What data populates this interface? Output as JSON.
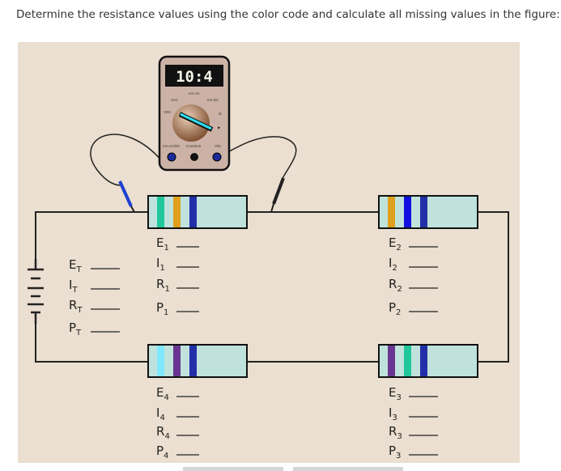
{
  "question": "Determine the resistance values using the color code and calculate all missing values in the figure:",
  "multimeter": {
    "display": "10:4",
    "labels": {
      "vac": "VAC",
      "maac": "mA AC",
      "madc": "mA DC",
      "vdc": "VDC",
      "ohm": "Ω",
      "ma_acdc": "mA AC/DC",
      "common": "Common",
      "vo": "V/Ω"
    }
  },
  "colors": {
    "background": "#eadfd0",
    "resistor_body": "#bfe3dc",
    "wire": "#222222",
    "probe": "#1f3fd0"
  },
  "resistors": [
    {
      "name": "R1",
      "bands": [
        "#20c79b",
        "#e0a01e",
        "#232fa8"
      ]
    },
    {
      "name": "R2",
      "bands": [
        "#e0a01e",
        "#1010e0",
        "#232fa8"
      ]
    },
    {
      "name": "R4",
      "bands": [
        "#7fe8ff",
        "#6a3590",
        "#232fa8"
      ]
    },
    {
      "name": "R3",
      "bands": [
        "#6a3590",
        "#20c79b",
        "#232fa8"
      ]
    }
  ],
  "totals": [
    {
      "l": "E",
      "s": "T"
    },
    {
      "l": "I",
      "s": "T"
    },
    {
      "l": "R",
      "s": "T"
    },
    {
      "l": "P",
      "s": "T"
    }
  ],
  "group1": [
    {
      "l": "E",
      "s": "1"
    },
    {
      "l": "I",
      "s": "1"
    },
    {
      "l": "R",
      "s": "1"
    },
    {
      "l": "P",
      "s": "1"
    }
  ],
  "group2": [
    {
      "l": "E",
      "s": "2"
    },
    {
      "l": "I",
      "s": "2"
    },
    {
      "l": "R",
      "s": "2"
    },
    {
      "l": "P",
      "s": "2"
    }
  ],
  "group4": [
    {
      "l": "E",
      "s": "4"
    },
    {
      "l": "I",
      "s": "4"
    },
    {
      "l": "R",
      "s": "4"
    },
    {
      "l": "P",
      "s": "4"
    }
  ],
  "group3": [
    {
      "l": "E",
      "s": "3"
    },
    {
      "l": "I",
      "s": "3"
    },
    {
      "l": "R",
      "s": "3"
    },
    {
      "l": "P",
      "s": "3"
    }
  ]
}
